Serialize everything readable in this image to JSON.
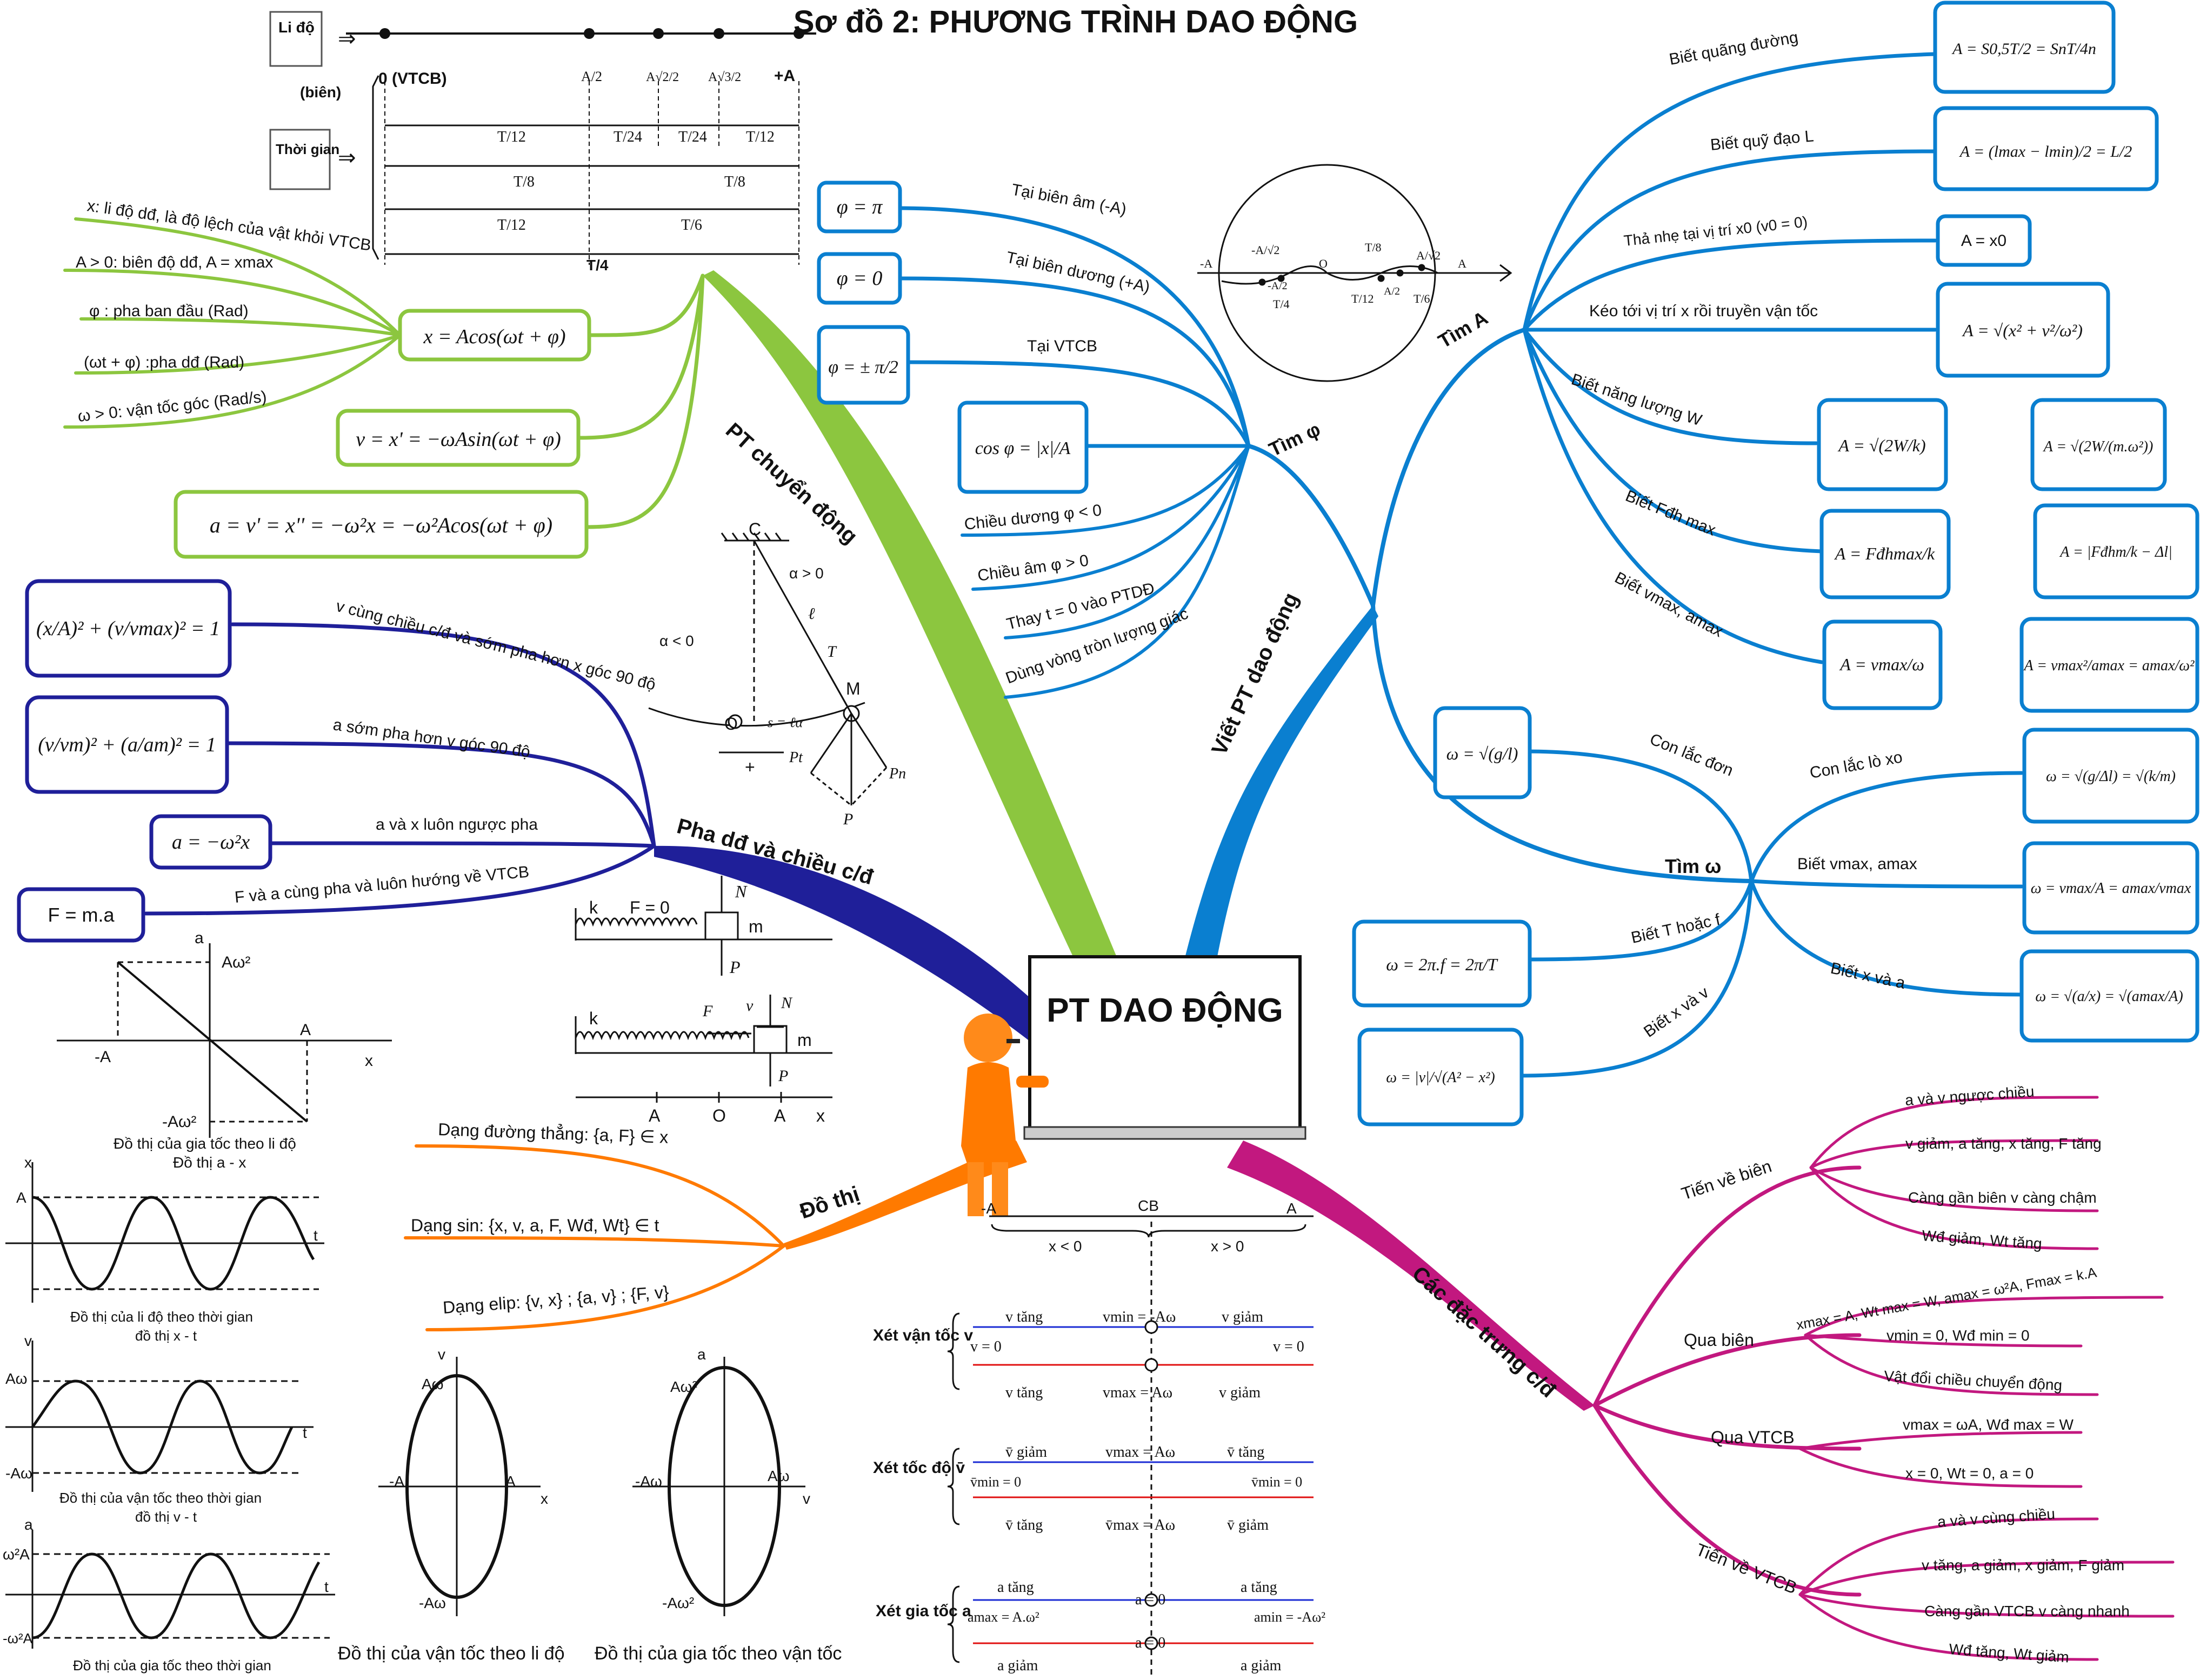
{
  "title": "Sơ đồ 2: PHƯƠNG TRÌNH DAO ĐỘNG",
  "center": "PT DAO ĐỘNG",
  "colors": {
    "green": "#8cc63f",
    "navy": "#1f1f99",
    "blue": "#0a7fd0",
    "orange": "#ff7a00",
    "magenta": "#c2187f",
    "black": "#111111"
  },
  "branches": {
    "pt_chuyen_dong": "PT chuyển động",
    "pha_chieu": "Pha dđ và chiều c/đ",
    "do_thi": "Đồ thị",
    "viet_pt": "Viết PT dao động",
    "tim_phi": "Tìm φ",
    "tim_a": "Tìm A",
    "tim_omega": "Tìm ω",
    "dac_trung": "Các đặc trưng c/đ"
  },
  "timeline": {
    "li_do": "Li độ",
    "bien": "(biên)",
    "thoi_gian": "Thời gian",
    "points": [
      "0 (VTCB)",
      "A/2",
      "A√2/2",
      "A√3/2",
      "+A"
    ],
    "row1": [
      "T/12",
      "T/24",
      "T/24",
      "T/12"
    ],
    "row2": [
      "T/8",
      "T/8"
    ],
    "row3": [
      "T/12",
      "T/6"
    ],
    "row4": "T/4"
  },
  "green_labels": [
    "x: li độ dđ, là độ lệch của vật khỏi VTCB",
    "A > 0: biên độ dđ, A = xmax",
    "φ : pha ban đầu (Rad)",
    "(ωt + φ) :pha dđ (Rad)",
    "ω > 0: vận tốc góc (Rad/s)"
  ],
  "green_formulas": [
    "x = Acos(ωt + φ)",
    "v = x' = −ωAsin(ωt + φ)",
    "a = v' = x'' = −ω²x = −ω²Acos(ωt + φ)"
  ],
  "navy_labels": [
    "v cùng chiều c/đ và sớm pha hơn x góc 90 độ",
    "a sớm pha hơn v góc 90 độ",
    "a và x luôn ngược pha",
    "F và a cùng pha và luôn hướng về VTCB"
  ],
  "navy_formulas": [
    "(x/A)² + (v/vmax)² = 1",
    "(v/vm)² + (a/am)² = 1",
    "a = −ω²x",
    "F = m.a"
  ],
  "orange_labels": [
    "Dạng đường thẳng: {a, F} ∈ x",
    "Dạng sin: {x, v, a, F, Wđ, Wt} ∈ t",
    "Dạng elip: {v, x} ; {a, v} ; {F, v}"
  ],
  "phi_labels": [
    "Tại biên âm (-A)",
    "Tại biên dương (+A)",
    "Tại VTCB",
    "Chiều dương φ < 0",
    "Chiều âm φ > 0",
    "Thay t = 0 vào PTDĐ",
    "Dùng vòng tròn lượng giác"
  ],
  "phi_formulas": [
    "φ = π",
    "φ = 0",
    "φ = ± π/2",
    "cos φ = |x|/A"
  ],
  "a_labels": [
    "Biết quãng đường",
    "Biết quỹ đạo L",
    "Thả nhẹ tại vị trí x0 (v0 = 0)",
    "Kéo tới vị trí x rồi truyền vận tốc",
    "Biết năng lượng W",
    "Biết Fđh max",
    "Biết vmax, amax"
  ],
  "a_formulas": [
    "A = S0,5T/2 = SnT/4n",
    "A = (lmax − lmin)/2 = L/2",
    "A = x0",
    "A = √(x² + v²/ω²)",
    "A = √(2W/k)",
    "A = √(2W/(m.ω²))",
    "A = Fđhmax/k",
    "A = |Fđhm/k − Δl|",
    "A = vmax/ω",
    "A = vmax²/amax = amax/ω²"
  ],
  "w_labels": [
    "Con lắc đơn",
    "Con lắc lò xo",
    "Biết vmax, amax",
    "Biết T hoặc f",
    "Biết x và a",
    "Biết x và v"
  ],
  "w_formulas": [
    "ω = √(g/l)",
    "ω = √(g/Δl) = √(k/m)",
    "ω = vmax/A = amax/vmax",
    "ω = 2π.f = 2π/T",
    "ω = √(a/x) = √(amax/A)",
    "ω = |v|/√(A² − x²)"
  ],
  "mag_groups": [
    "Tiến về biên",
    "Qua biên",
    "Qua VTCB",
    "Tiến về VTCB"
  ],
  "mag_labels": {
    "tien_bien": [
      "a và v ngược chiều",
      "v giảm, a tăng, x tăng, F tăng",
      "Càng gần biên v càng chậm",
      "Wđ giảm, Wt tăng"
    ],
    "qua_bien": [
      "xmax = A, Wt max = W, amax = ω²A, Fmax = k.A",
      "vmin = 0, Wđ min = 0",
      "Vật đổi chiều chuyển động"
    ],
    "qua_vtcb": [
      "vmax = ωA, Wđ max = W",
      "x = 0, Wt = 0, a = 0"
    ],
    "tien_vtcb": [
      "a và v cùng chiều",
      "v tăng, a giảm, x giảm, F giảm",
      "Càng gần VTCB v càng nhanh",
      "Wđ tăng, Wt giảm"
    ]
  },
  "graph_captions": [
    "Đồ thị của gia tốc theo li độ",
    "Đồ thị a - x",
    "Đồ thị của li độ theo thời gian",
    "đồ thị x - t",
    "Đồ thị của vận tốc theo thời gian",
    "đồ thị v - t",
    "Đồ thị của gia tốc theo thời gian",
    "Đồ thị của vận tốc theo li độ",
    "Đồ thị của gia tốc theo vận tốc"
  ],
  "axis_labels": {
    "a": "a",
    "x": "x",
    "t": "t",
    "v": "v",
    "Aw2": "Aω²",
    "mAw2": "-Aω²",
    "A": "A",
    "mA": "-A",
    "Aw": "Aω",
    "mAw": "-Aω",
    "w2A": "ω²A",
    "mw2A": "-ω²A"
  },
  "bottom_center": {
    "axis": [
      "-A",
      "CB",
      "A",
      "x < 0",
      "x > 0"
    ],
    "xet_v": "Xét vận tốc v",
    "xet_do": "Xét tốc độ v̄",
    "xet_a": "Xét gia tốc a",
    "v_top": [
      "v tăng",
      "vmin = -Aω",
      "v giảm",
      "v = 0",
      "v = 0"
    ],
    "v_bot": [
      "v tăng",
      "vmax = Aω",
      "v giảm"
    ],
    "s_top": [
      "v̄ giảm",
      "vmax = Aω",
      "v̄ tăng",
      "v̄min = 0",
      "v̄min = 0"
    ],
    "s_bot": [
      "v̄ tăng",
      "v̄max = Aω",
      "v̄ giảm"
    ],
    "a_top": [
      "a tăng",
      "a = 0",
      "a tăng"
    ],
    "a_mid": [
      "amax = A.ω²",
      "amin = -Aω²"
    ],
    "a_bot": [
      "a giảm",
      "a = 0",
      "a giảm"
    ]
  },
  "pendulum": {
    "C": "C",
    "alpha_pos": "α > 0",
    "alpha_neg": "α < 0",
    "M": "M",
    "O": "O",
    "s": "s = ℓα",
    "T": "T",
    "l": "ℓ",
    "Pt": "Pt",
    "Pn": "Pn",
    "P": "P",
    "plus": "+"
  },
  "springs": {
    "k": "k",
    "F0": "F = 0",
    "m": "m",
    "N": "N",
    "P": "P",
    "F": "F",
    "v": "v",
    "A": "A",
    "O": "O",
    "x": "x"
  },
  "circle": {
    "A": "A",
    "mA": "-A",
    "O": "O",
    "T8": "T/8",
    "T4": "T/4",
    "T12": "T/12",
    "T6": "T/6",
    "A2": "A/2",
    "mA2": "-A/2",
    "Ar2": "A/√2",
    "mAr2": "-A/√2"
  }
}
